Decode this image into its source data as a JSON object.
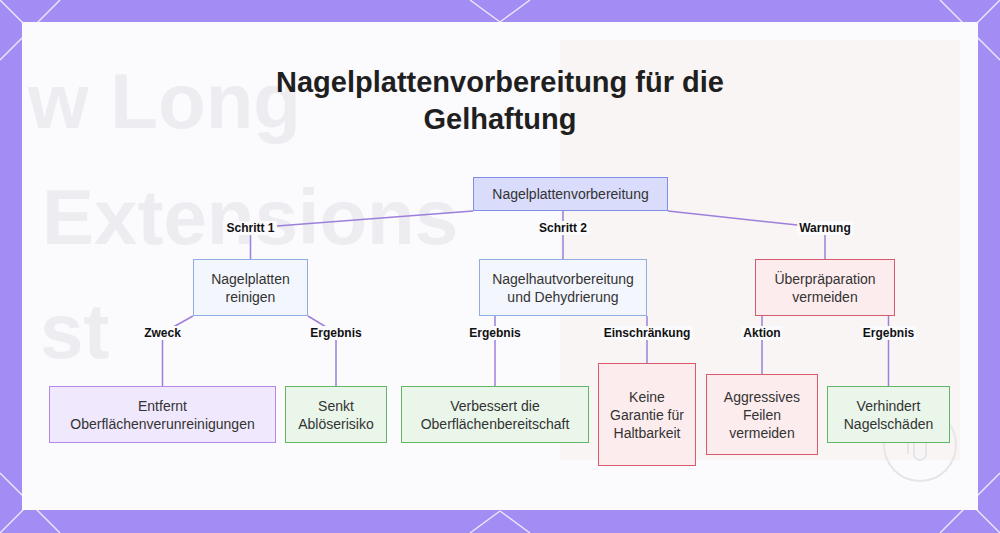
{
  "diagram": {
    "title": "Nagelplattenvorbereitung für die Gelhaftung",
    "nodes": [
      {
        "text": [
          "Nagelplattenvorbereitung"
        ]
      },
      {
        "text": [
          "Nagelplatten reinigen"
        ]
      },
      {
        "text": [
          "Nagelhautvorbereitung und Dehydrierung"
        ]
      },
      {
        "text": [
          "Überpräparation vermeiden"
        ]
      },
      {
        "text": [
          "Entfernt Oberflächenverunreinigungen"
        ]
      },
      {
        "text": [
          "Senkt Ablöserisiko"
        ]
      },
      {
        "text": [
          "Verbessert die Oberflächenbereitschaft"
        ]
      },
      {
        "text": [
          "Keine Garantie für Haltbarkeit"
        ]
      },
      {
        "text": [
          "Aggressives Feilen vermeiden"
        ]
      },
      {
        "text": [
          "Verhindert Nagelschäden"
        ]
      }
    ],
    "edges": [
      {
        "from": 0,
        "to": 1,
        "label": "Schritt 1",
        "arrow": "none"
      },
      {
        "from": 0,
        "to": 2,
        "label": "Schritt 2",
        "arrow": "none"
      },
      {
        "from": 0,
        "to": 3,
        "label": "Warnung",
        "arrow": "none"
      },
      {
        "from": 1,
        "to": 4,
        "label": "Zweck",
        "arrow": "none"
      },
      {
        "from": 1,
        "to": 5,
        "label": "Ergebnis",
        "arrow": "none"
      },
      {
        "from": 2,
        "to": 6,
        "label": "Ergebnis",
        "arrow": "none"
      },
      {
        "from": 2,
        "to": 7,
        "label": "Einschränkung",
        "arrow": "none"
      },
      {
        "from": 3,
        "to": 8,
        "label": "Aktion",
        "arrow": "none"
      },
      {
        "from": 3,
        "to": 9,
        "label": "Ergebnis",
        "arrow": "none"
      }
    ],
    "labels": [
      "w Long",
      "Extensions",
      "st"
    ]
  }
}
